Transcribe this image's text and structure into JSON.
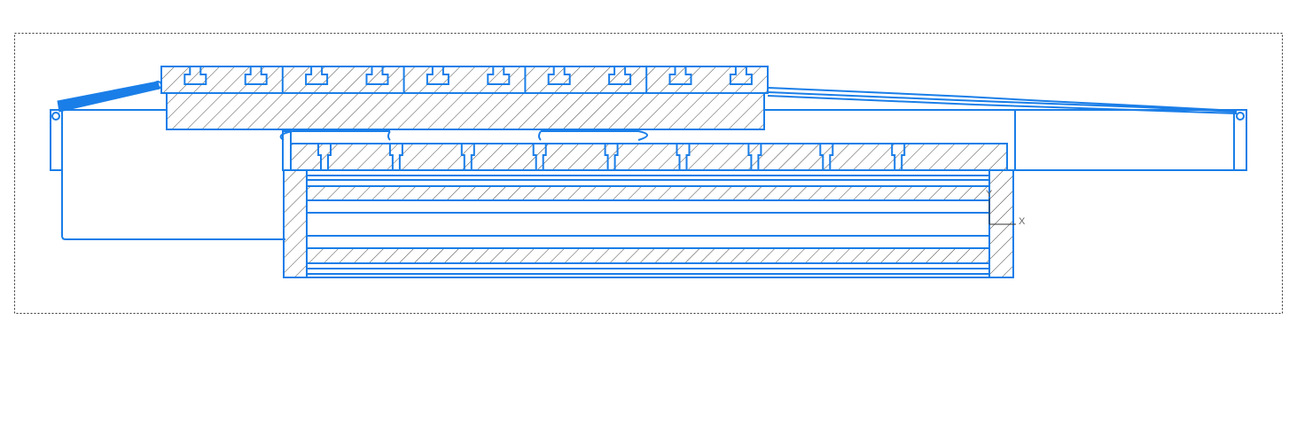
{
  "drawing": {
    "line_color": "#1a7ee8",
    "frame_color": "#333333",
    "axis_labels": {
      "x": "X",
      "y": "Y"
    },
    "screw_count": 9,
    "t_slot_count": 10,
    "top_plate_segments": 5
  }
}
